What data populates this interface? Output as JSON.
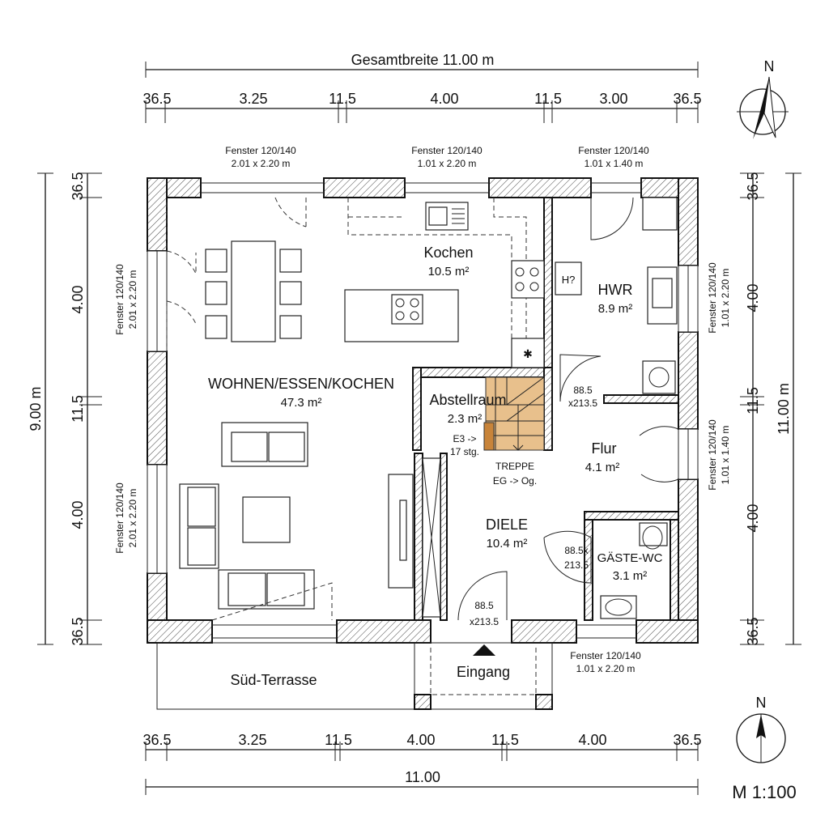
{
  "dims": {
    "top_total": "Gesamtbreite 11.00 m",
    "top_segments": [
      "36.5",
      "3.25",
      "11.5",
      "4.00",
      "11.5",
      "3.00",
      "36.5"
    ],
    "bottom_segments": [
      "36.5",
      "3.25",
      "11.5",
      "4.00",
      "11.5",
      "4.00",
      "36.5"
    ],
    "bottom_total": "11.00",
    "left_total": "9.00 m",
    "left_segments": [
      "36.5",
      "4.00",
      "11.5",
      "4.00",
      "36.5"
    ],
    "right_total": "11.00 m",
    "right_segments": [
      "36.5",
      "4.00",
      "11.5",
      "4.00",
      "36.5"
    ]
  },
  "windows": {
    "top_left": [
      "Fenster 120/140",
      "2.01 x 2.20 m"
    ],
    "top_mid": [
      "Fenster 120/140",
      "1.01 x 2.20 m"
    ],
    "top_right": [
      "Fenster 120/140",
      "1.01 x 1.40 m"
    ],
    "left_upper": [
      "Fenster 120/140",
      "2.01 x 2.20 m"
    ],
    "left_lower": [
      "Fenster 120/140",
      "2.01 x 2.20 m"
    ],
    "right_upper": [
      "Fenster 120/140",
      "1.01 x 2.20 m"
    ],
    "right_lower": [
      "Fenster 120/140",
      "1.01 x 1.40 m"
    ],
    "bottom_right": [
      "Fenster 120/140",
      "1.01 x 2.20 m"
    ]
  },
  "rooms": {
    "kochen": {
      "name": "Kochen",
      "area": "10.5 m²"
    },
    "hwr": {
      "name": "HWR",
      "area": "8.9 m²"
    },
    "wohnen": {
      "name": "WOHNEN/ESSEN/KOCHEN",
      "area": "47.3 m²"
    },
    "abstell": {
      "name": "Abstellraum",
      "area": "2.3 m²"
    },
    "flur": {
      "name": "Flur",
      "area": "4.1 m²"
    },
    "diele": {
      "name": "DIELE",
      "area": "10.4 m²"
    },
    "wc": {
      "name": "GÄSTE-WC",
      "area": "3.1 m²"
    }
  },
  "doors": {
    "hwr_flur": [
      "88.5",
      "x213.5"
    ],
    "wc": [
      "88.5x",
      "213.5"
    ],
    "entry": [
      "88.5",
      "x213.5"
    ]
  },
  "stairs": {
    "steps_note": [
      "E3 ->",
      "17 stg."
    ],
    "label": [
      "TREPPE",
      "EG -> Og."
    ]
  },
  "labels": {
    "hwr_symbol": "H?",
    "terrace": "Süd-Terrasse",
    "entrance": "Eingang",
    "north": "N",
    "scale": "M 1:100"
  }
}
